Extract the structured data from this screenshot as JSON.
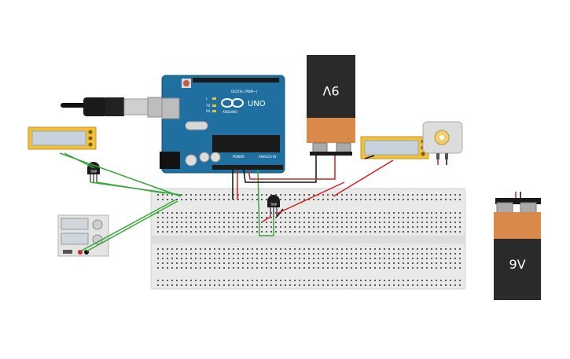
{
  "arduino": {
    "brand": "UNO",
    "maker": "ARDUINO",
    "digital_label": "DIGITAL (PWM~)",
    "power_label": "POWER",
    "analog_label": "ANALOG IN",
    "tx_label": "TX",
    "rx_label": "RX",
    "l_label": "L"
  },
  "battery_top": {
    "label": "9V"
  },
  "battery_right": {
    "label": "9V"
  },
  "sensor_left": {
    "label": "TMP"
  },
  "sensor_center": {
    "label": "TMP"
  },
  "colors": {
    "board_blue": "#1f6fa0",
    "breadboard": "#e9e9e9",
    "battery_orange": "#d9894a",
    "battery_dark": "#2a2a2a",
    "wire_green": "#3aa63a",
    "wire_red": "#d32020",
    "wire_black": "#111111",
    "lcd_yellow": "#f2c13a"
  },
  "icons": {
    "usb": "usb-cable-icon",
    "motor": "dc-motor-icon",
    "power_supply": "power-supply-icon"
  }
}
